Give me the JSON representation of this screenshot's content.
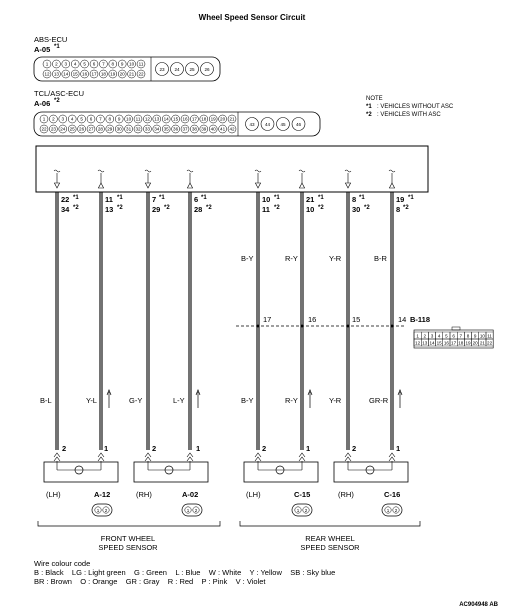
{
  "title": "Wheel Speed Sensor Circuit",
  "abs_ecu": {
    "name": "ABS-ECU",
    "code": "A-05",
    "mark": "*1",
    "row1": [
      "1",
      "2",
      "3",
      "4",
      "5",
      "6",
      "7",
      "8",
      "9",
      "10",
      "11"
    ],
    "row2": [
      "12",
      "13",
      "14",
      "15",
      "16",
      "17",
      "18",
      "19",
      "20",
      "21",
      "22"
    ],
    "extra": [
      "23",
      "24",
      "25",
      "26"
    ]
  },
  "tcl_ecu": {
    "name": "TCL/ASC-ECU",
    "code": "A-06",
    "mark": "*2",
    "row1": [
      "1",
      "2",
      "3",
      "4",
      "5",
      "6",
      "7",
      "8",
      "9",
      "10",
      "11",
      "12",
      "13",
      "14",
      "15",
      "16",
      "17",
      "18",
      "19",
      "20",
      "21"
    ],
    "row2": [
      "22",
      "23",
      "24",
      "25",
      "26",
      "27",
      "28",
      "29",
      "30",
      "31",
      "32",
      "33",
      "34",
      "35",
      "36",
      "37",
      "38",
      "39",
      "40",
      "41",
      "42"
    ],
    "extra": [
      "43",
      "44",
      "45",
      "46"
    ]
  },
  "note": {
    "heading": "NOTE",
    "lines": [
      {
        "mark": "*1",
        "text": ": VEHICLES WITHOUT ASC"
      },
      {
        "mark": "*2",
        "text": ": VEHICLES WITH ASC"
      }
    ]
  },
  "pins": [
    {
      "a": "22",
      "am": "*1",
      "b": "34",
      "bm": "*2",
      "arrow": "down"
    },
    {
      "a": "11",
      "am": "*1",
      "b": "13",
      "bm": "*2",
      "arrow": "up"
    },
    {
      "a": "7",
      "am": "*1",
      "b": "29",
      "bm": "*2",
      "arrow": "down"
    },
    {
      "a": "6",
      "am": "*1",
      "b": "28",
      "bm": "*2",
      "arrow": "up"
    },
    {
      "a": "10",
      "am": "*1",
      "b": "11",
      "bm": "*2",
      "arrow": "down"
    },
    {
      "a": "21",
      "am": "*1",
      "b": "10",
      "bm": "*2",
      "arrow": "up"
    },
    {
      "a": "8",
      "am": "*1",
      "b": "30",
      "bm": "*2",
      "arrow": "down"
    },
    {
      "a": "19",
      "am": "*1",
      "b": "8",
      "bm": "*2",
      "arrow": "up"
    }
  ],
  "upper_wire_colors": [
    "B-Y",
    "R-Y",
    "Y-R",
    "B-R"
  ],
  "junction": {
    "pins": [
      "17",
      "16",
      "15",
      "14"
    ],
    "code": "B-118",
    "row1": [
      "1",
      "2",
      "3",
      "4",
      "5",
      "6",
      "7",
      "8",
      "9",
      "10",
      "11"
    ],
    "row2": [
      "12",
      "13",
      "14",
      "15",
      "16",
      "17",
      "18",
      "19",
      "20",
      "21",
      "22"
    ]
  },
  "lower_wire_colors": [
    "B-L",
    "Y-L",
    "G-Y",
    "L-Y",
    "B-Y",
    "R-Y",
    "Y-R",
    "GR-R"
  ],
  "sensors": [
    {
      "pin_left": "2",
      "pin_right": "1",
      "side": "(LH)",
      "code": "A-12"
    },
    {
      "pin_left": "2",
      "pin_right": "1",
      "side": "(RH)",
      "code": "A-02"
    },
    {
      "pin_left": "2",
      "pin_right": "1",
      "side": "(LH)",
      "code": "C-15"
    },
    {
      "pin_left": "2",
      "pin_right": "1",
      "side": "(RH)",
      "code": "C-16"
    }
  ],
  "groups": [
    {
      "line1": "FRONT WHEEL",
      "line2": "SPEED SENSOR"
    },
    {
      "line1": "REAR WHEEL",
      "line2": "SPEED SENSOR"
    }
  ],
  "legend": {
    "heading": "Wire colour code",
    "line1": "B : Black    LG : Light green    G : Green    L : Blue    W : White    Y : Yellow    SB : Sky blue",
    "line2": "BR : Brown    O : Orange    GR : Gray    R : Red    P : Pink    V : Violet"
  },
  "figure_id": "AC904948 AB"
}
